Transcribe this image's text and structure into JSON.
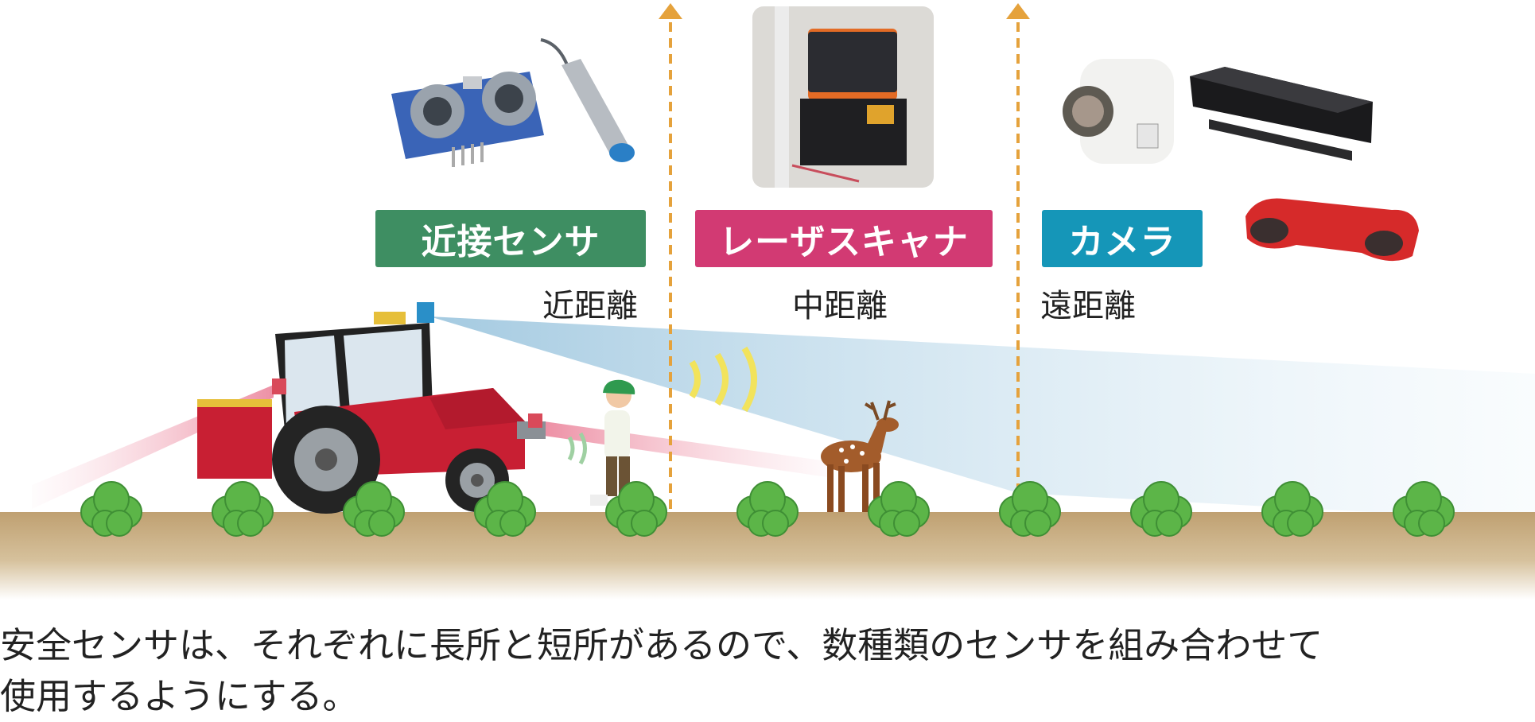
{
  "sensors": [
    {
      "id": "proximity",
      "label": "近接センサ",
      "range": "近距離",
      "color": "#3e8e62"
    },
    {
      "id": "laser",
      "label": "レーザスキャナ",
      "range": "中距離",
      "color": "#d23a73"
    },
    {
      "id": "camera",
      "label": "カメラ",
      "range": "遠距離",
      "color": "#1596b8"
    }
  ],
  "caption": {
    "line1": "安全センサは、それぞれに長所と短所があるので、数種類のセンサを組み合わせて",
    "line2": "使用するようにする。"
  },
  "colors": {
    "ground": "#c2a67a",
    "plant": "#5cb548",
    "boundary_arrow": "#e5a23c",
    "tractor": "#c81f33",
    "laser_beam": "#bcd8e8",
    "proximity_beam": "#f0aab8",
    "ultrasonic_wave": "#f2e35c"
  },
  "icons": [
    "ultrasonic-sensor-icon",
    "inductive-sensor-icon",
    "lidar-icon",
    "360-camera-icon",
    "depth-camera-icon",
    "stereo-camera-icon",
    "tractor-icon",
    "worker-icon",
    "deer-icon",
    "plant-icon"
  ]
}
